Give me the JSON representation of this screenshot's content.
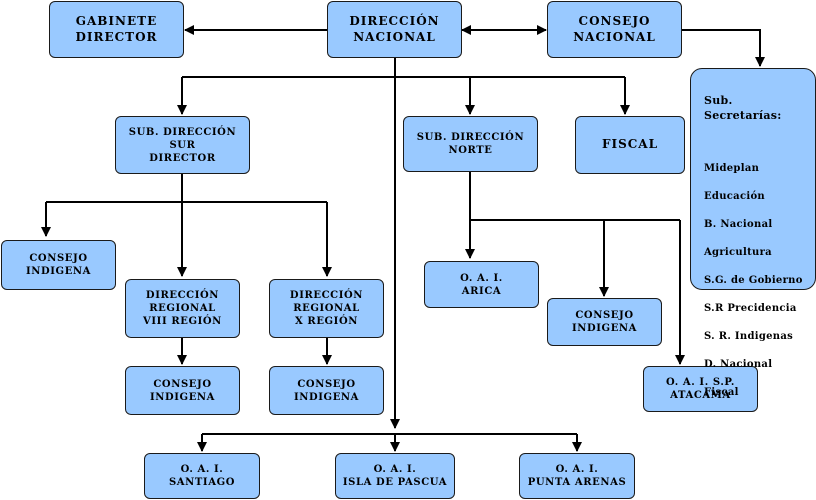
{
  "org": {
    "gabinete": "GABINETE\nDIRECTOR",
    "direccion_nacional": "DIRECCIÓN\nNACIONAL",
    "consejo_nacional": "CONSEJO\nNACIONAL",
    "sub_sur": "SUB. DIRECCIÓN\nSUR\nDIRECTOR",
    "sub_norte": "SUB. DIRECCIÓN\nNORTE",
    "fiscal": "FISCAL",
    "consejo_indigena_sur": "CONSEJO\nINDIGENA",
    "dir_regional_viii": "DIRECCIÓN\nREGIONAL\nVIII REGIÓN",
    "dir_regional_x": "DIRECCIÓN\nREGIONAL\nX REGIÓN",
    "consejo_indigena_viii": "CONSEJO\nINDIGENA",
    "consejo_indigena_x": "CONSEJO\nINDIGENA",
    "oai_arica": "O. A. I.\nARICA",
    "consejo_indigena_norte": "CONSEJO\nINDIGENA",
    "oai_atacama": "O. A. I.    S.P.\nATACAMA",
    "oai_santiago": "O. A. I.\nSANTIAGO",
    "oai_isla_pascua": "O. A. I.\nISLA DE PASCUA",
    "oai_punta_arenas": "O. A. I.\nPUNTA ARENAS"
  },
  "subsecretarias": {
    "title": "Sub.\nSecretarías:",
    "items": [
      "Mideplan",
      "Educación",
      "B. Nacional",
      "Agricultura",
      "S.G. de Gobierno",
      "S.R Precidencia",
      "S. R. Indigenas",
      "D. Nacional",
      "Fiscal"
    ]
  },
  "colors": {
    "box_fill": "#99c9ff",
    "line": "#000000"
  }
}
